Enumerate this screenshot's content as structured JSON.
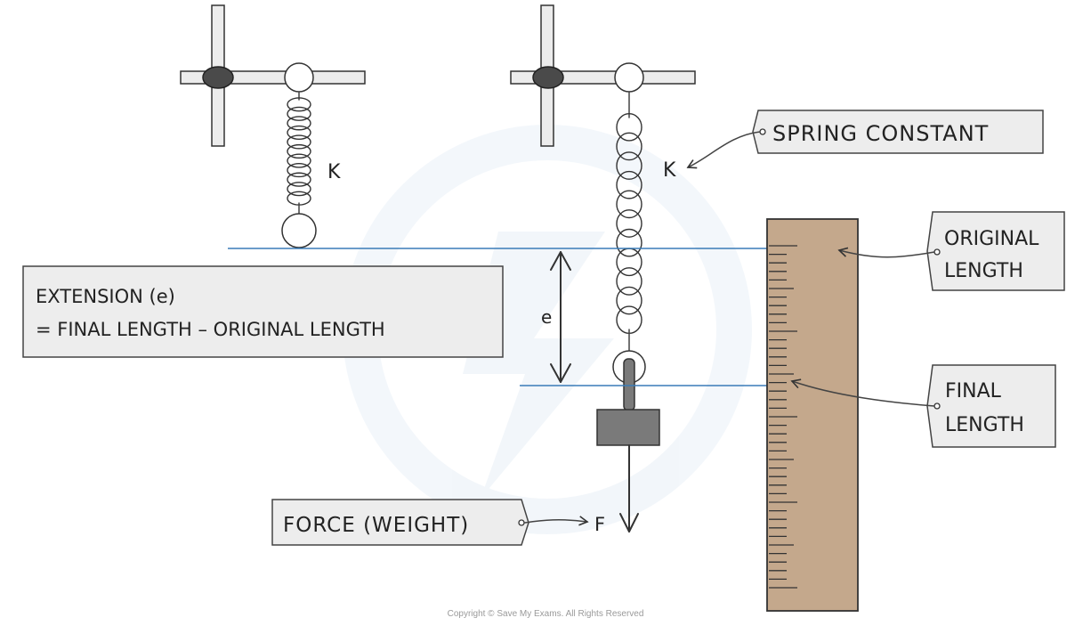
{
  "diagram": {
    "title": "Spring extension under a hanging weight",
    "spring_label_left": "K",
    "spring_label_right": "K",
    "extension_symbol": "e",
    "force_symbol": "F",
    "labels": {
      "spring_constant": "SPRING CONSTANT",
      "original_length_line1": "ORIGINAL",
      "original_length_line2": "LENGTH",
      "final_length_line1": "FINAL",
      "final_length_line2": "LENGTH",
      "force_weight": "FORCE (WEIGHT)",
      "extension_line1": "EXTENSION (e)",
      "extension_line2": "= FINAL  LENGTH – ORIGINAL  LENGTH"
    },
    "colors": {
      "ruler": "#c4a88c",
      "reference_line": "#3a7cb8",
      "mass": "#7a7a7a",
      "clamp": "#4a4a4a",
      "label_box": "#ededed"
    },
    "copyright": "Copyright © Save My Exams. All Rights Reserved"
  }
}
